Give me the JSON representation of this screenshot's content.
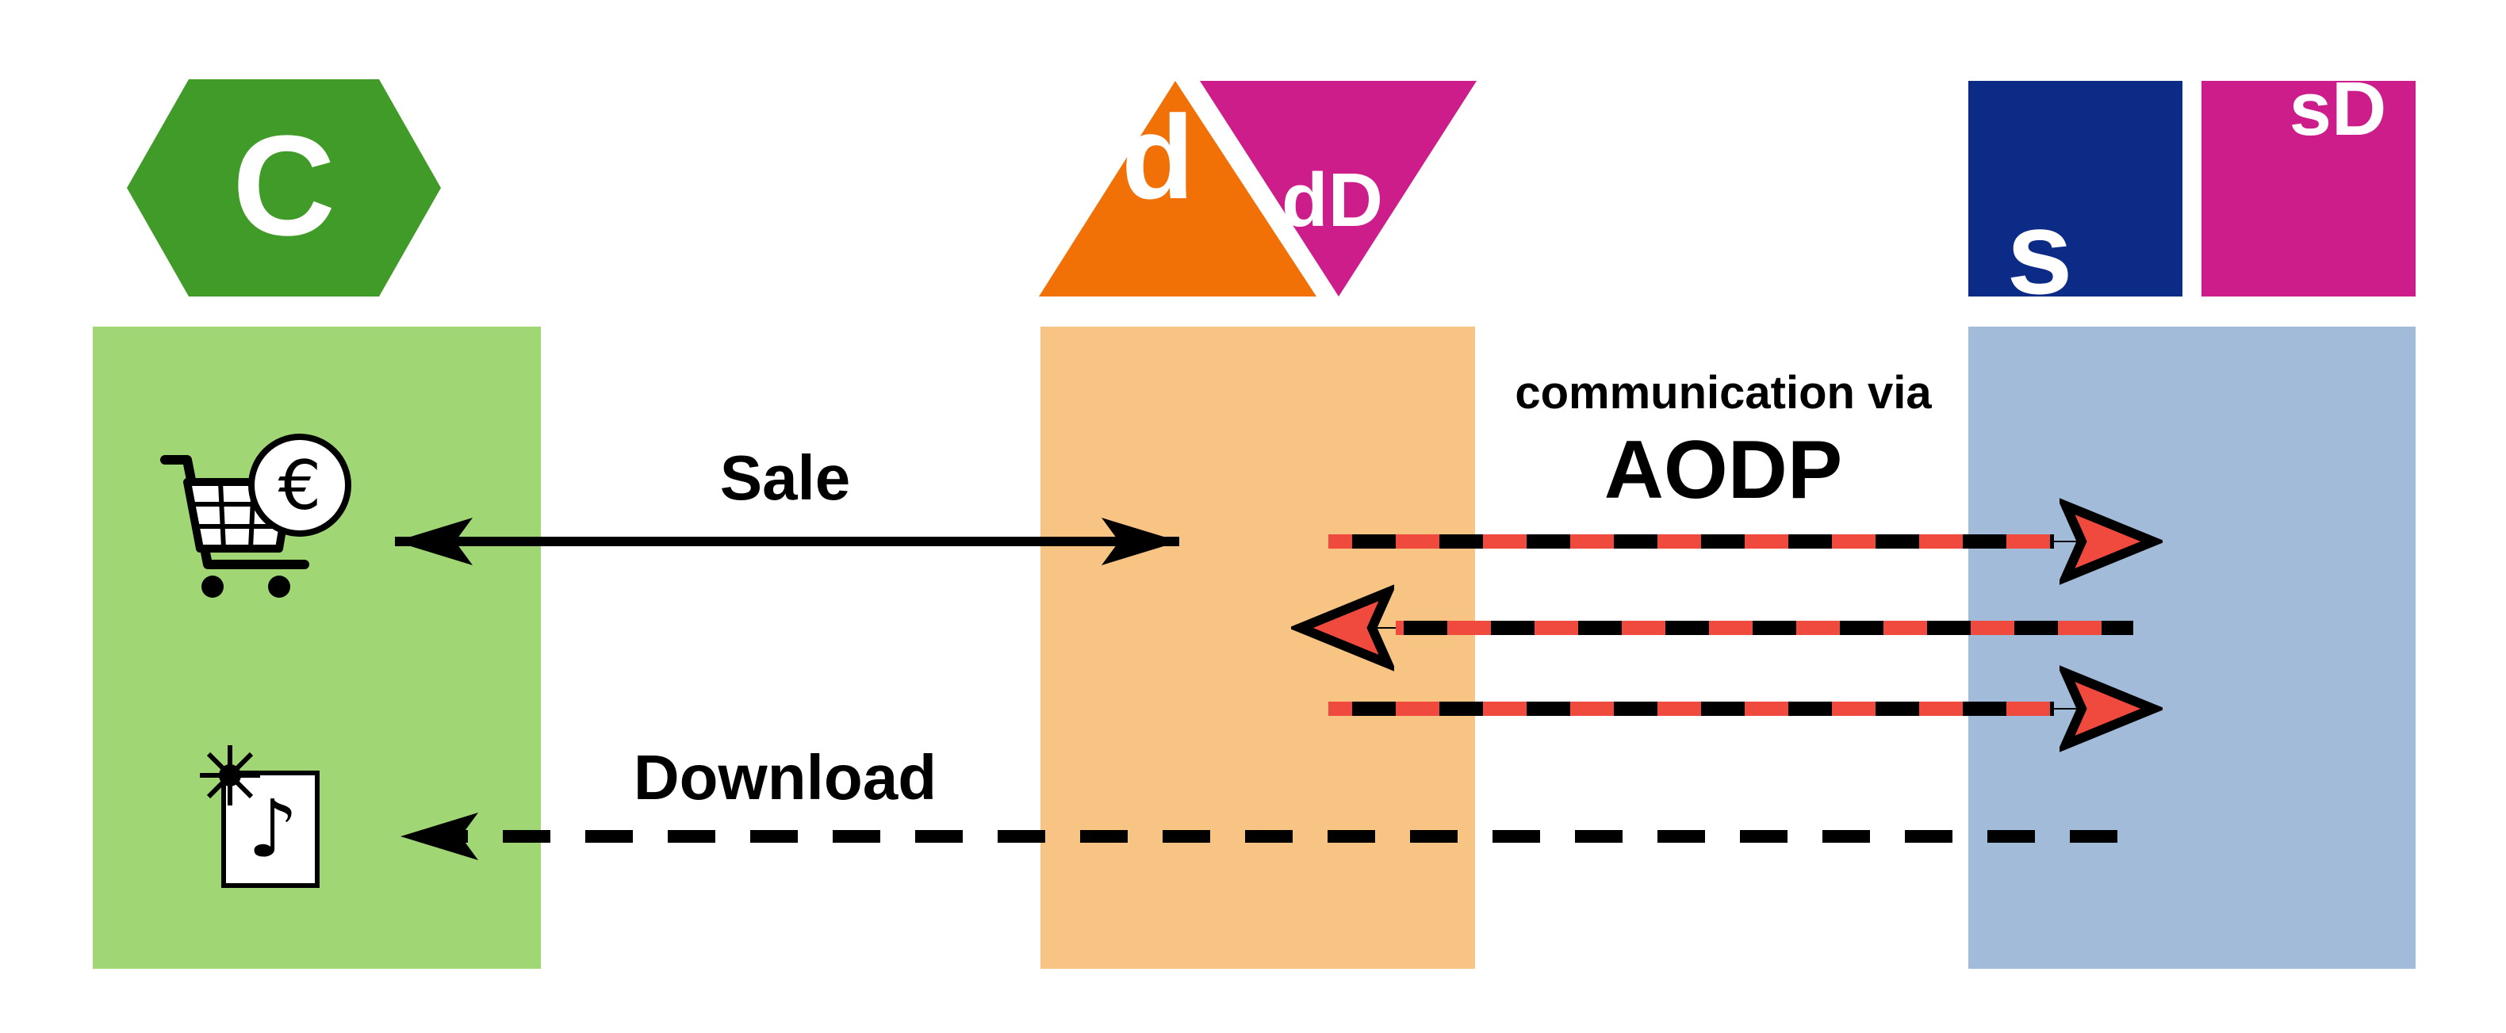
{
  "colors": {
    "client_logo": "#419b28",
    "client_panel": "#a1d674",
    "distributor_logo": "#f27107",
    "distributor_panel": "#f7c483",
    "service_logo": "#0c2b86",
    "service_panel": "#a1bbd8",
    "domain_logo": "#cd1d8a",
    "message_red": "#f04a3e",
    "stroke": "#000000"
  },
  "logos": {
    "client": "C",
    "distributor": "d",
    "distributor_domain": "dD",
    "service": "s",
    "service_domain": "sD"
  },
  "icons": {
    "cart": "shopping-cart-icon",
    "euro": "euro-coin-icon",
    "music": "music-file-icon",
    "spark": "new-star-icon"
  },
  "icon_glyphs": {
    "euro": "€",
    "music": "♪"
  },
  "labels": {
    "sale": "Sale",
    "communication": "communication via",
    "protocol": "AODP",
    "download": "Download"
  }
}
